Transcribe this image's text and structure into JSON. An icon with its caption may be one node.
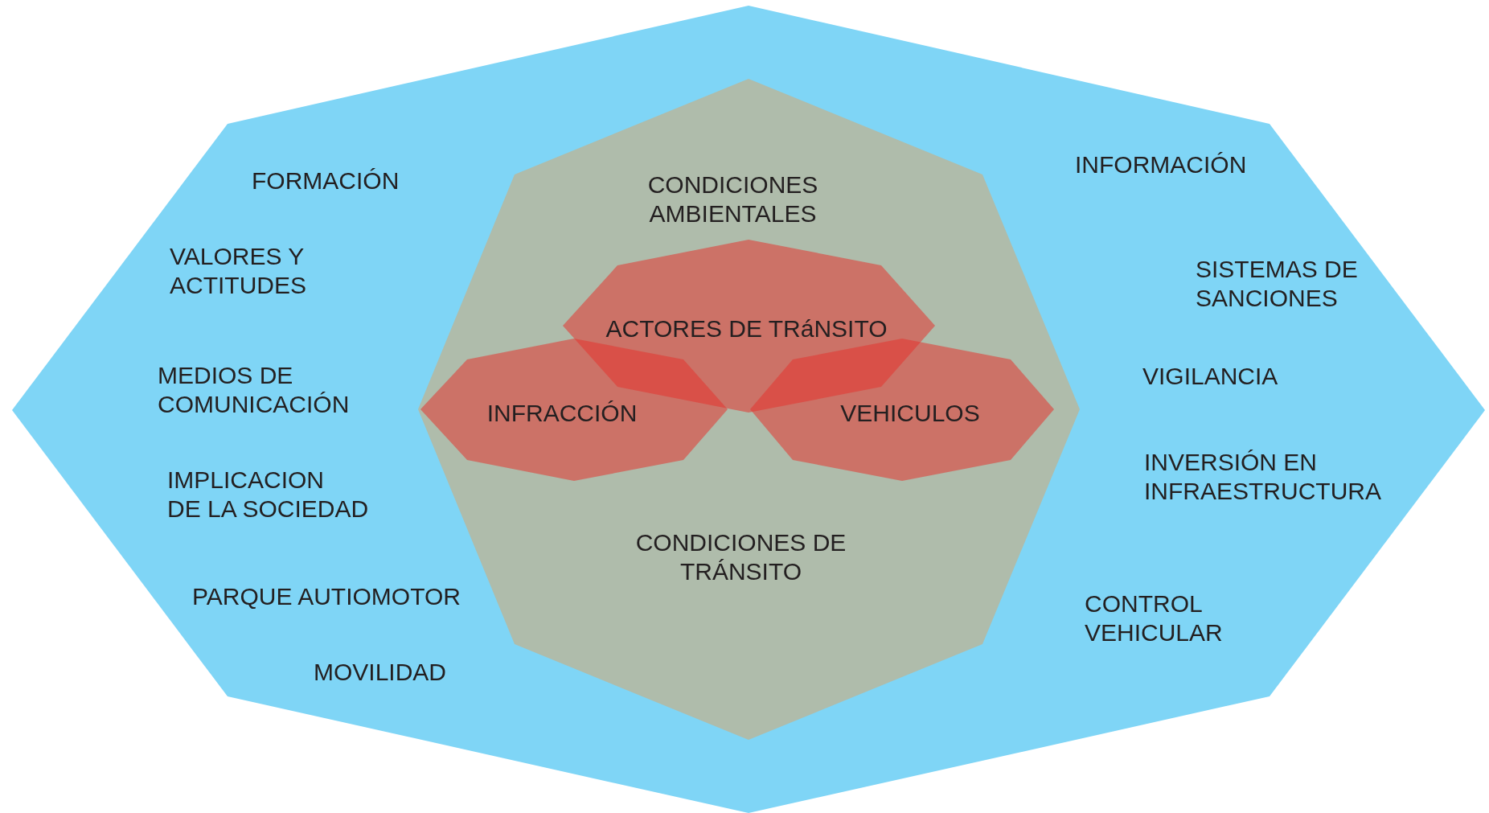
{
  "diagram": {
    "nodes": [
      {
        "text": [
          "FORMACIÓN",
          "VALORES Y ACTITUDES",
          "MEDIOS DE COMUNICACIÓN",
          "IMPLICACION DE LA SOCIEDAD",
          "PARQUE AUTIOMOTOR",
          "MOVILIDAD",
          "INFORMACIÓN",
          "SISTEMAS DE SANCIONES",
          "VIGILANCIA",
          "INVERSIÓN EN INFRAESTRUCTURA",
          "CONTROL VEHICULAR"
        ]
      },
      {
        "text": [
          "CONDICIONES AMBIENTALES",
          "CONDICIONES DE TRÁNSITO"
        ],
        "in": 0
      },
      {
        "text": [
          "ACTORES DE TRáNSITO"
        ],
        "in": 1
      },
      {
        "text": [
          "INFRACCIÓN"
        ],
        "in": 1
      },
      {
        "text": [
          "VEHICULOS"
        ],
        "in": 1
      }
    ]
  }
}
